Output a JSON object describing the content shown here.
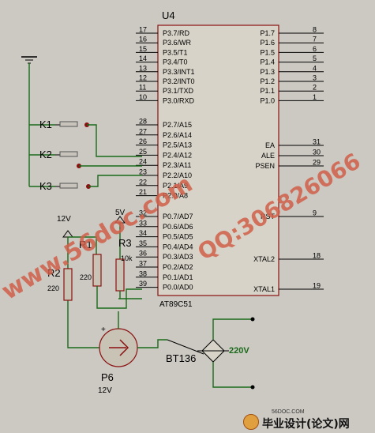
{
  "ic": {
    "ref": "U4",
    "part": "AT89C51",
    "left_pins": [
      {
        "num": "17",
        "name": "P3.7/RD",
        "ov": true
      },
      {
        "num": "16",
        "name": "P3.6/WR",
        "ov": true
      },
      {
        "num": "15",
        "name": "P3.5/T1"
      },
      {
        "num": "14",
        "name": "P3.4/T0"
      },
      {
        "num": "13",
        "name": "P3.3/INT1",
        "ov": true
      },
      {
        "num": "12",
        "name": "P3.2/INT0",
        "ov": true
      },
      {
        "num": "11",
        "name": "P3.1/TXD"
      },
      {
        "num": "10",
        "name": "P3.0/RXD"
      },
      {
        "num": "28",
        "name": "P2.7/A15"
      },
      {
        "num": "27",
        "name": "P2.6/A14"
      },
      {
        "num": "26",
        "name": "P2.5/A13"
      },
      {
        "num": "25",
        "name": "P2.4/A12"
      },
      {
        "num": "24",
        "name": "P2.3/A11"
      },
      {
        "num": "23",
        "name": "P2.2/A10"
      },
      {
        "num": "22",
        "name": "P2.1/A9"
      },
      {
        "num": "21",
        "name": "P2.0/A8"
      },
      {
        "num": "32",
        "name": "P0.7/AD7"
      },
      {
        "num": "33",
        "name": "P0.6/AD6"
      },
      {
        "num": "34",
        "name": "P0.5/AD5"
      },
      {
        "num": "35",
        "name": "P0.4/AD4"
      },
      {
        "num": "36",
        "name": "P0.3/AD3"
      },
      {
        "num": "37",
        "name": "P0.2/AD2"
      },
      {
        "num": "38",
        "name": "P0.1/AD1"
      },
      {
        "num": "39",
        "name": "P0.0/AD0"
      }
    ],
    "right_pins": [
      {
        "num": "8",
        "name": "P1.7"
      },
      {
        "num": "7",
        "name": "P1.6"
      },
      {
        "num": "6",
        "name": "P1.5"
      },
      {
        "num": "5",
        "name": "P1.4"
      },
      {
        "num": "4",
        "name": "P1.3"
      },
      {
        "num": "3",
        "name": "P1.2"
      },
      {
        "num": "2",
        "name": "P1.1"
      },
      {
        "num": "1",
        "name": "P1.0"
      },
      {
        "num": "31",
        "name": "EA",
        "ov": true
      },
      {
        "num": "30",
        "name": "ALE"
      },
      {
        "num": "29",
        "name": "PSEN",
        "ov": true
      },
      {
        "num": "9",
        "name": "RST"
      },
      {
        "num": "18",
        "name": "XTAL2"
      },
      {
        "num": "19",
        "name": "XTAL1"
      }
    ]
  },
  "switches": [
    "K1",
    "K2",
    "K3"
  ],
  "resistors": {
    "r1": {
      "ref": "R1",
      "value": "220"
    },
    "r2": {
      "ref": "R2",
      "value": "220"
    },
    "r3": {
      "ref": "R3",
      "value": "10k"
    }
  },
  "power": {
    "v12": "12V",
    "v5": "5V"
  },
  "pump": {
    "ref": "P6",
    "value": "12V"
  },
  "triac": {
    "ref": "BT136",
    "ac": "220V"
  },
  "watermarks": {
    "site1": "www.56doc.com",
    "qq": "QQ:306826066",
    "logo_url": "56DOC.COM",
    "logo_text": "毕业设计(论文)网"
  },
  "colors": {
    "wire": "#1a6a1a",
    "component": "#8a1010",
    "watermark": "#d0604a",
    "background": "#ccc9c2"
  }
}
